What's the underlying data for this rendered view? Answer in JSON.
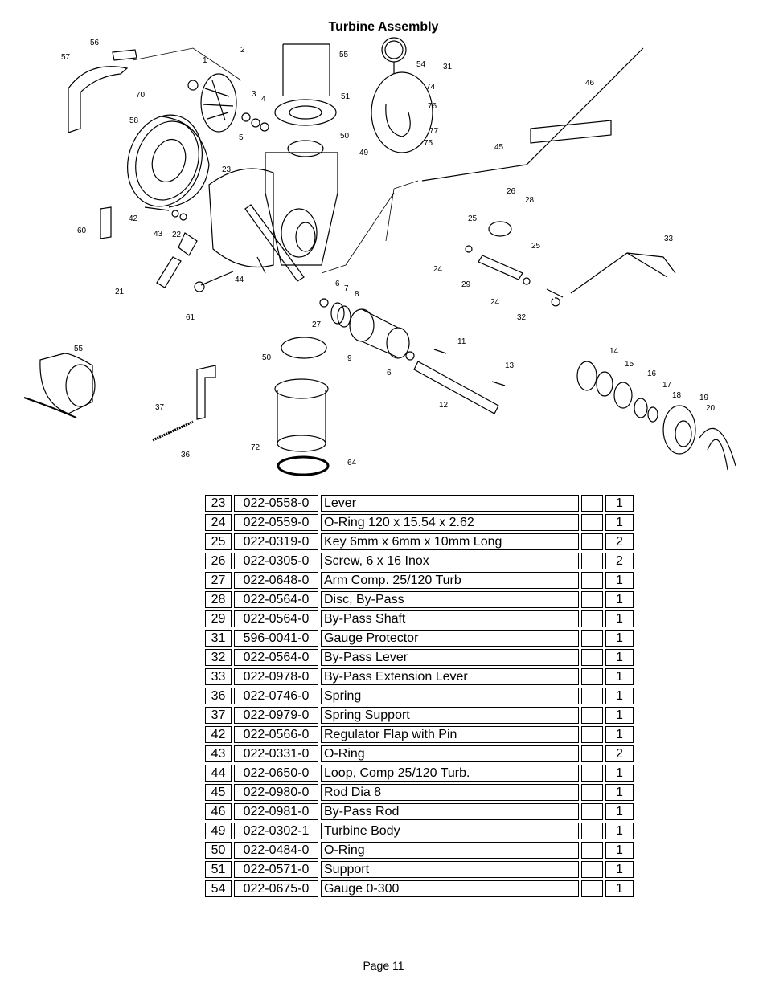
{
  "title": "Turbine Assembly",
  "diagram_labels": [
    "1",
    "2",
    "3",
    "4",
    "5",
    "6",
    "7",
    "8",
    "9",
    "11",
    "12",
    "13",
    "14",
    "15",
    "16",
    "17",
    "18",
    "19",
    "20",
    "21",
    "22",
    "23",
    "24",
    "25",
    "26",
    "27",
    "28",
    "29",
    "31",
    "32",
    "33",
    "36",
    "37",
    "42",
    "43",
    "44",
    "45",
    "46",
    "49",
    "50",
    "51",
    "54",
    "55",
    "56",
    "57",
    "58",
    "60",
    "61",
    "64",
    "70",
    "72",
    "74",
    "75",
    "76",
    "77"
  ],
  "parts": [
    {
      "item": "23",
      "part": "022-0558-0",
      "desc": "Lever",
      "blank": "",
      "qty": "1"
    },
    {
      "item": "24",
      "part": "022-0559-0",
      "desc": "O-Ring 120 x 15.54 x 2.62",
      "blank": "",
      "qty": "1"
    },
    {
      "item": "25",
      "part": "022-0319-0",
      "desc": "Key 6mm x 6mm x 10mm Long",
      "blank": "",
      "qty": "2"
    },
    {
      "item": "26",
      "part": "022-0305-0",
      "desc": "Screw, 6 x 16 Inox",
      "blank": "",
      "qty": "2"
    },
    {
      "item": "27",
      "part": "022-0648-0",
      "desc": "Arm Comp. 25/120 Turb",
      "blank": "",
      "qty": "1"
    },
    {
      "item": "28",
      "part": "022-0564-0",
      "desc": "Disc, By-Pass",
      "blank": "",
      "qty": "1"
    },
    {
      "item": "29",
      "part": "022-0564-0",
      "desc": "By-Pass Shaft",
      "blank": "",
      "qty": "1"
    },
    {
      "item": "31",
      "part": "596-0041-0",
      "desc": "Gauge Protector",
      "blank": "",
      "qty": "1"
    },
    {
      "item": "32",
      "part": "022-0564-0",
      "desc": "By-Pass Lever",
      "blank": "",
      "qty": "1"
    },
    {
      "item": "33",
      "part": "022-0978-0",
      "desc": "By-Pass Extension Lever",
      "blank": "",
      "qty": "1"
    },
    {
      "item": "36",
      "part": "022-0746-0",
      "desc": "Spring",
      "blank": "",
      "qty": "1"
    },
    {
      "item": "37",
      "part": "022-0979-0",
      "desc": "Spring Support",
      "blank": "",
      "qty": "1"
    },
    {
      "item": "42",
      "part": "022-0566-0",
      "desc": "Regulator Flap with Pin",
      "blank": "",
      "qty": "1"
    },
    {
      "item": "43",
      "part": "022-0331-0",
      "desc": "O-Ring",
      "blank": "",
      "qty": "2"
    },
    {
      "item": "44",
      "part": "022-0650-0",
      "desc": "Loop, Comp 25/120 Turb.",
      "blank": "",
      "qty": "1"
    },
    {
      "item": "45",
      "part": "022-0980-0",
      "desc": "Rod Dia 8",
      "blank": "",
      "qty": "1"
    },
    {
      "item": "46",
      "part": "022-0981-0",
      "desc": "By-Pass Rod",
      "blank": "",
      "qty": "1"
    },
    {
      "item": "49",
      "part": "022-0302-1",
      "desc": "Turbine Body",
      "blank": "",
      "qty": "1"
    },
    {
      "item": "50",
      "part": "022-0484-0",
      "desc": "O-Ring",
      "blank": "",
      "qty": "1"
    },
    {
      "item": "51",
      "part": "022-0571-0",
      "desc": "Support",
      "blank": "",
      "qty": "1"
    },
    {
      "item": "54",
      "part": "022-0675-0",
      "desc": "Gauge 0-300",
      "blank": "",
      "qty": "1"
    }
  ],
  "footer": "Page 11"
}
